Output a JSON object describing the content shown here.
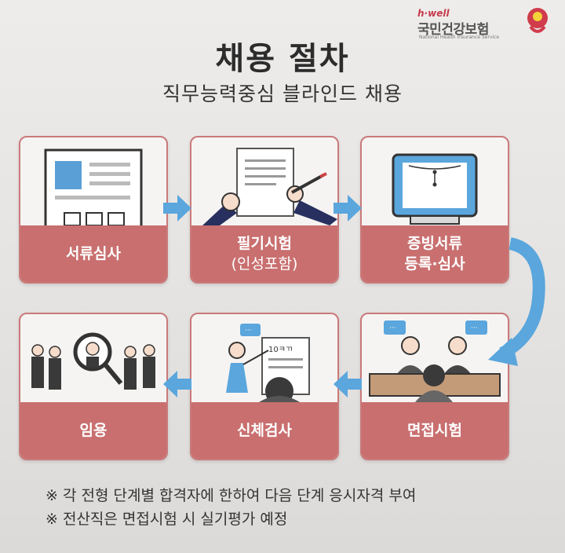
{
  "brand": {
    "tagline": "h·well",
    "name": "국민건강보험",
    "sub": "National Health Insurance Service"
  },
  "title": "채용 절차",
  "subtitle": "직무능력중심 블라인드 채용",
  "steps": [
    {
      "label": "서류심사",
      "sub": ""
    },
    {
      "label": "필기시험",
      "sub": "(인성포함)"
    },
    {
      "label": "증빙서류",
      "sub": "등록·심사"
    },
    {
      "label": "면접시험",
      "sub": ""
    },
    {
      "label": "신체검사",
      "sub": ""
    },
    {
      "label": "임용",
      "sub": ""
    }
  ],
  "chart_text": "10ㅋㄲ",
  "notes": [
    "※ 각 전형 단계별 합격자에 한하여 다음 단계 응시자격 부여",
    "※ 전산직은 면접시험 시 실기평가 예정"
  ],
  "colors": {
    "card_label": "#c96f6f",
    "card_border": "#c97a7a",
    "arrow": "#5aa6dd",
    "brand_red": "#c6394a"
  }
}
